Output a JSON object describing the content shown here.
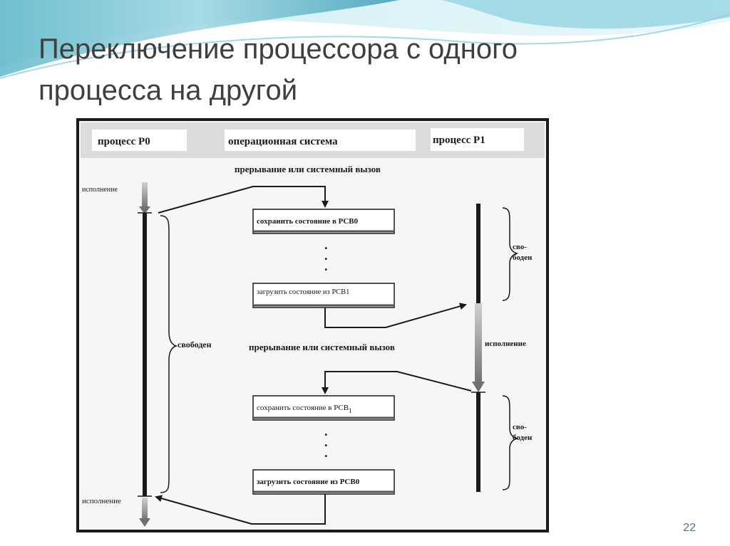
{
  "slide": {
    "title_line1": "Переключение процессора с одного",
    "title_line2": "процесса на другой",
    "slide_number": "22"
  },
  "diagram": {
    "header_p0": "процесс P0",
    "header_os": "операционная система",
    "header_p1": "процесс P1",
    "interrupt_top": "прерывание или системный вызов",
    "interrupt_mid": "прерывание или системный вызов",
    "p0_exec_top": "исполнение",
    "p0_free": "свободен",
    "p0_exec_bottom": "исполнение",
    "box_save_pcb0": "сохранить состояние в PCB0",
    "box_load_pcb1": "загрузить состояние из PCB1",
    "box_save_pcb1": "сохранить состояние в PCB",
    "box_save_pcb1_sub": "1",
    "box_load_pcb0": "загрузить состояние из PCB0",
    "p1_free_top_1": "сво-",
    "p1_free_top_2": "боден",
    "p1_exec": "исполнение",
    "p1_free_bottom_1": "сво-",
    "p1_free_bottom_2": "боден",
    "dots": "."
  }
}
